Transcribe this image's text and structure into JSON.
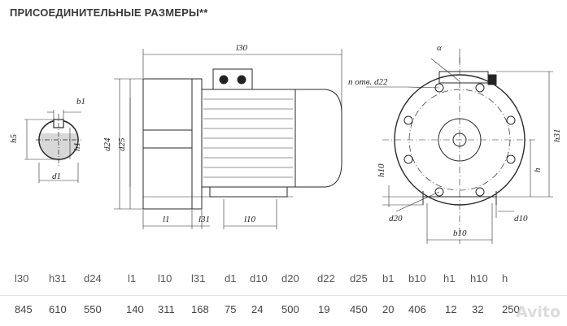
{
  "title": "ПРИСОЕДИНИТЕЛЬНЫЕ РАЗМЕРЫ**",
  "drawing_labels": {
    "l30": "l30",
    "b1": "b1",
    "h5": "h5",
    "h1": "h1",
    "d1": "d1",
    "d24": "d24",
    "d25": "d25",
    "l1": "l1",
    "l31": "l31",
    "l10": "l10",
    "alpha": "α",
    "n_d22": "n отв. d22",
    "h31": "h31",
    "h10": "h10",
    "h": "h",
    "d20": "d20",
    "b10": "b10",
    "d10": "d10"
  },
  "table": {
    "headers": [
      "l30",
      "h31",
      "d24",
      "l1",
      "l10",
      "l31",
      "d1",
      "d10",
      "d20",
      "d22",
      "d25",
      "b1",
      "b10",
      "h1",
      "h10",
      "h"
    ],
    "values": [
      "845",
      "610",
      "550",
      "140",
      "311",
      "168",
      "75",
      "24",
      "500",
      "19",
      "450",
      "20",
      "406",
      "12",
      "32",
      "250"
    ]
  },
  "watermark": "Avito"
}
